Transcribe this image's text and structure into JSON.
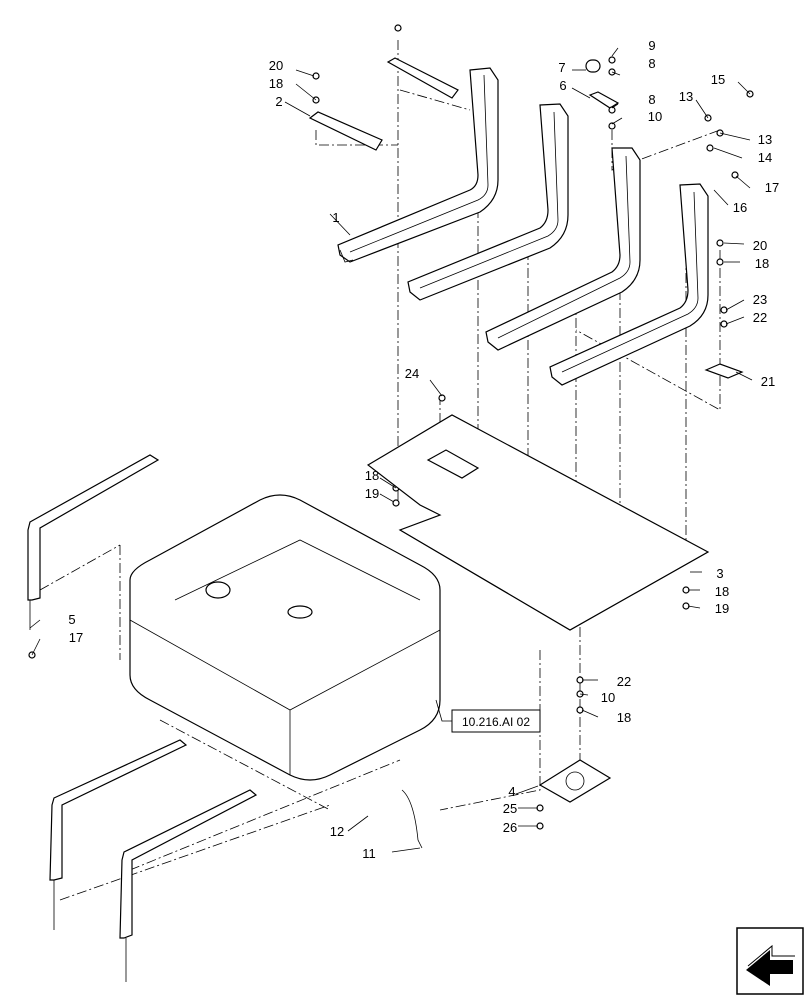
{
  "reference_box": {
    "label": "10.216.AI 02"
  },
  "callouts": [
    {
      "key": "c1",
      "label": "1"
    },
    {
      "key": "c2",
      "label": "2"
    },
    {
      "key": "c3",
      "label": "3"
    },
    {
      "key": "c4",
      "label": "4"
    },
    {
      "key": "c5",
      "label": "5"
    },
    {
      "key": "c6",
      "label": "6"
    },
    {
      "key": "c7",
      "label": "7"
    },
    {
      "key": "c8a",
      "label": "8"
    },
    {
      "key": "c8b",
      "label": "8"
    },
    {
      "key": "c9",
      "label": "9"
    },
    {
      "key": "c10a",
      "label": "10"
    },
    {
      "key": "c10b",
      "label": "10"
    },
    {
      "key": "c11",
      "label": "11"
    },
    {
      "key": "c12",
      "label": "12"
    },
    {
      "key": "c13a",
      "label": "13"
    },
    {
      "key": "c13b",
      "label": "13"
    },
    {
      "key": "c14",
      "label": "14"
    },
    {
      "key": "c15",
      "label": "15"
    },
    {
      "key": "c16",
      "label": "16"
    },
    {
      "key": "c17a",
      "label": "17"
    },
    {
      "key": "c17b",
      "label": "17"
    },
    {
      "key": "c18a",
      "label": "18"
    },
    {
      "key": "c18b",
      "label": "18"
    },
    {
      "key": "c18c",
      "label": "18"
    },
    {
      "key": "c18d",
      "label": "18"
    },
    {
      "key": "c18e",
      "label": "18"
    },
    {
      "key": "c19a",
      "label": "19"
    },
    {
      "key": "c19b",
      "label": "19"
    },
    {
      "key": "c20a",
      "label": "20"
    },
    {
      "key": "c20b",
      "label": "20"
    },
    {
      "key": "c21",
      "label": "21"
    },
    {
      "key": "c22a",
      "label": "22"
    },
    {
      "key": "c22b",
      "label": "22"
    },
    {
      "key": "c23",
      "label": "23"
    },
    {
      "key": "c24",
      "label": "24"
    },
    {
      "key": "c25",
      "label": "25"
    },
    {
      "key": "c26",
      "label": "26"
    }
  ],
  "nav_icon": {
    "name": "next-page-arrow-icon"
  }
}
